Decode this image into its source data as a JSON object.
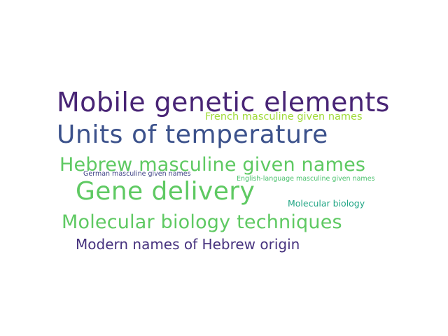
{
  "words": [
    {
      "text": "Mobile genetic elements",
      "color": "#482475"
    },
    {
      "text": "Units of temperature",
      "color": "#3b518b"
    },
    {
      "text": "French masculine given names",
      "color": "#a0da39"
    },
    {
      "text": "Hebrew masculine given names",
      "color": "#5ec962"
    },
    {
      "text": "German masculine given names",
      "color": "#414487"
    },
    {
      "text": "English-language masculine given names",
      "color": "#4ac16d"
    },
    {
      "text": "Gene delivery",
      "color": "#5ec962"
    },
    {
      "text": "Molecular biology",
      "color": "#21a685"
    },
    {
      "text": "Molecular biology techniques",
      "color": "#5ec962"
    },
    {
      "text": "Modern names of Hebrew origin",
      "color": "#46327e"
    }
  ]
}
